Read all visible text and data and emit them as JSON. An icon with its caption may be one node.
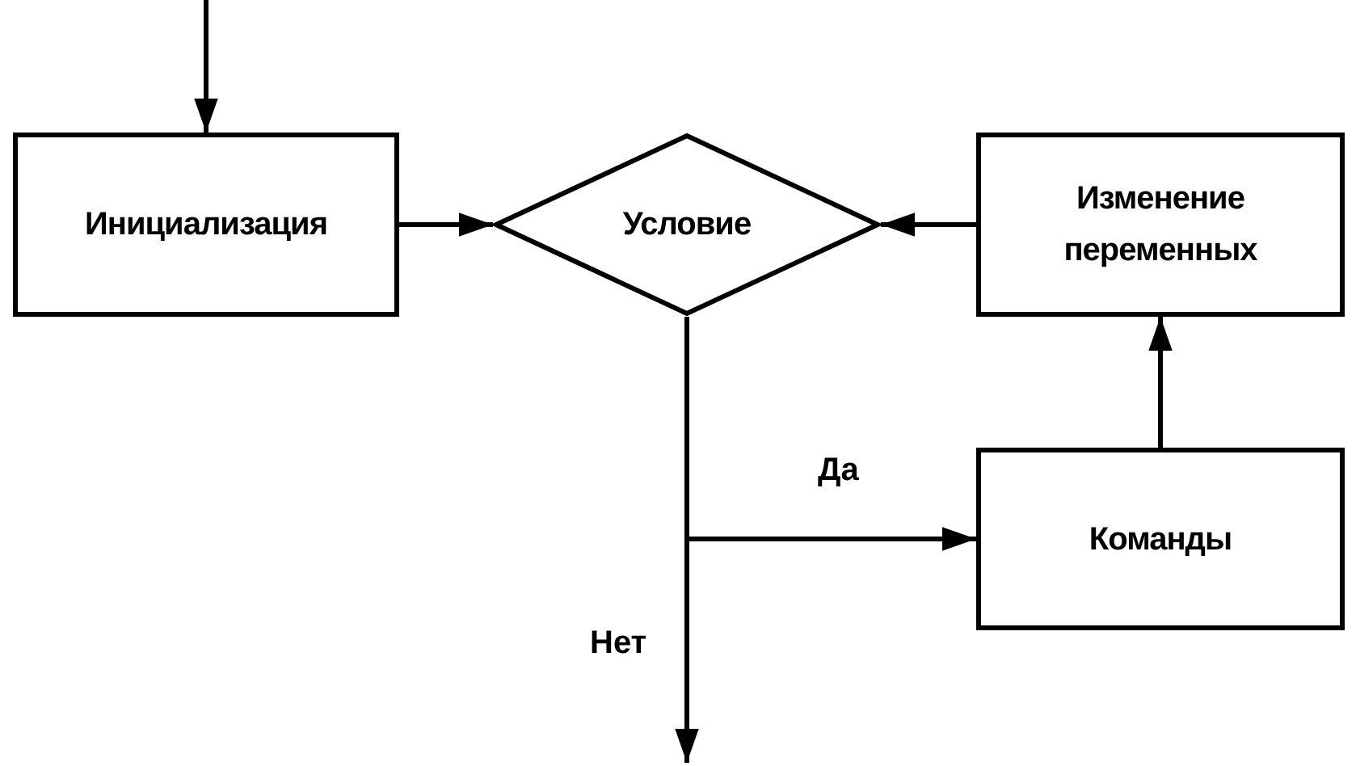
{
  "diagram": {
    "nodes": [
      {
        "text": [
          "Инициализация"
        ]
      },
      {
        "text": [
          "Условие"
        ]
      },
      {
        "text": [
          "Изменение переменных"
        ]
      },
      {
        "text": [
          "Команды"
        ]
      }
    ],
    "edges": [
      {
        "from": null,
        "to": 0,
        "arrow": "to"
      },
      {
        "from": 0,
        "to": 1,
        "arrow": "to"
      },
      {
        "from": 2,
        "to": 1,
        "arrow": "to"
      },
      {
        "from": 3,
        "to": 2,
        "arrow": "to"
      },
      {
        "from": 1,
        "to": 3,
        "arrow": "to",
        "label": "Да"
      },
      {
        "from": 1,
        "to": null,
        "arrow": "to",
        "label": "Нет"
      }
    ]
  }
}
